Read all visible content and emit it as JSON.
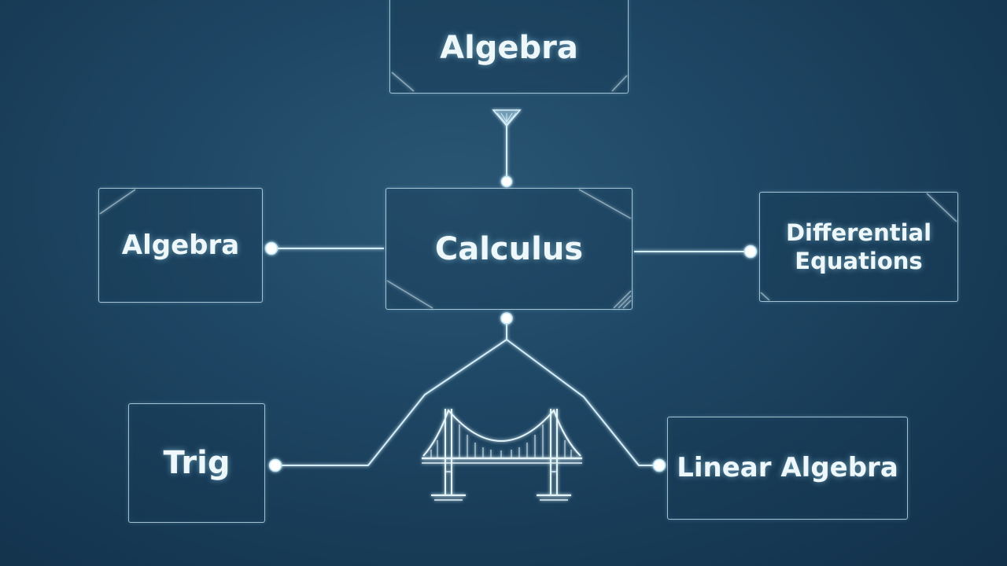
{
  "nodes": {
    "algebra_top": "Algebra",
    "calculus": "Calculus",
    "algebra_left": "Algebra",
    "differential_line1": "Differential",
    "differential_line2": "Equations",
    "trig": "Trig",
    "linear_algebra": "Linear Algebra"
  },
  "colors": {
    "background": "#1f4866",
    "line": "#cfeaf6",
    "glow": "#8fd6f5",
    "text": "#eef7fc"
  },
  "icons": [
    "arrowhead-icon",
    "suspension-bridge-icon"
  ]
}
